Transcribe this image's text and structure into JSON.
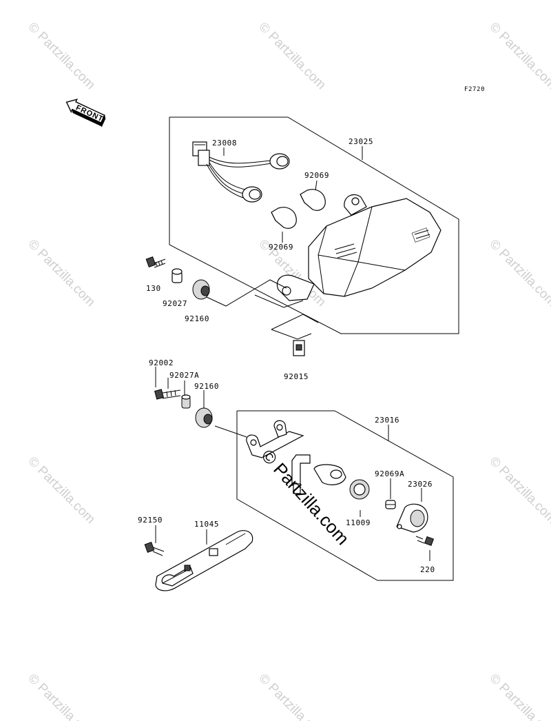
{
  "diagram_code": "F2720",
  "front_label": "FRONT",
  "watermark_text": "© Partzilla.com",
  "parts": {
    "p23008": "23008",
    "p23025": "23025",
    "p92069_top": "92069",
    "p92069_bottom": "92069",
    "p130": "130",
    "p92027": "92027",
    "p92160_upper": "92160",
    "p92015": "92015",
    "p92002": "92002",
    "p92027A": "92027A",
    "p92160_lower": "92160",
    "p23016": "23016",
    "p92069A": "92069A",
    "p23026": "23026",
    "p11009": "11009",
    "p220": "220",
    "p92150": "92150",
    "p11045": "11045"
  }
}
